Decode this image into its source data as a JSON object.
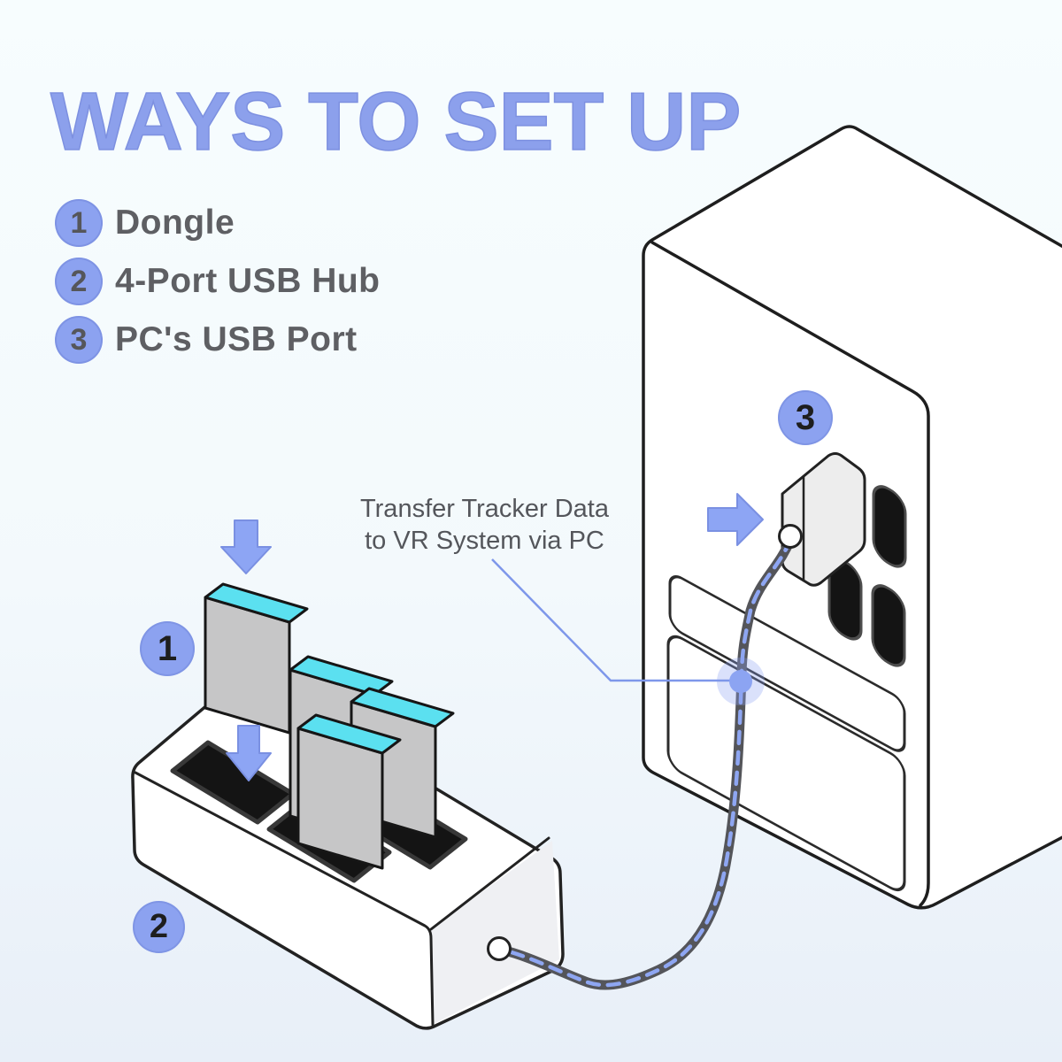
{
  "title": "WAYS TO SET UP",
  "legend": {
    "items": [
      {
        "number": "1",
        "label": "Dongle"
      },
      {
        "number": "2",
        "label": "4-Port USB Hub"
      },
      {
        "number": "3",
        "label": "PC's USB Port"
      }
    ]
  },
  "annotation": {
    "line1": "Transfer Tracker Data",
    "line2": "to VR System via PC"
  },
  "diagram": {
    "badges": [
      {
        "number": "1"
      },
      {
        "number": "2"
      },
      {
        "number": "3"
      }
    ],
    "icons": {
      "down_arrow": "▼",
      "right_arrow": "►"
    }
  },
  "colors": {
    "accent_periwinkle": "#8CA2F0",
    "title_blue": "#8CA0EC",
    "legend_text_gray": "#5E5F63",
    "annotation_gray": "#54565B",
    "dongle_cap_cyan": "#5BE0F0",
    "dongle_body_gray": "#C6C6C7",
    "cable_outer_gray": "#54555A",
    "cable_dash_blue": "#8EA6F2",
    "outline_black": "#1E1E1E",
    "port_black": "#141414",
    "background_top": "#F7FDFE",
    "background_bottom": "#E8EFF8"
  }
}
